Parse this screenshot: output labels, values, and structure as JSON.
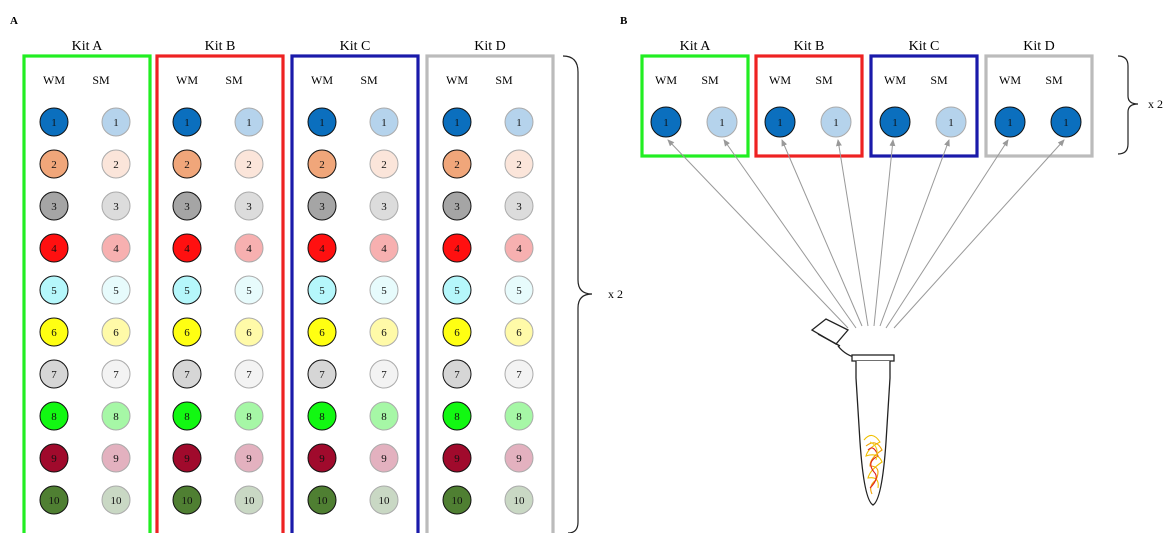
{
  "panel_a": {
    "label": "A",
    "kits": [
      {
        "name": "Kit A",
        "color": "#22ee22"
      },
      {
        "name": "Kit B",
        "color": "#ee2222"
      },
      {
        "name": "Kit C",
        "color": "#1a1aaa"
      },
      {
        "name": "Kit D",
        "color": "#bbbbbb"
      }
    ],
    "wm_label": "WM",
    "sm_label": "SM",
    "samples": [
      {
        "num": "1",
        "wm": "#0b6fbe",
        "sm": "#b5d3ec"
      },
      {
        "num": "2",
        "wm": "#f0a67a",
        "sm": "#fbe5da"
      },
      {
        "num": "3",
        "wm": "#a5a5a5",
        "sm": "#dcdcdc"
      },
      {
        "num": "4",
        "wm": "#ff1010",
        "sm": "#f7b0b0"
      },
      {
        "num": "5",
        "wm": "#b5f7fb",
        "sm": "#e7fbfc"
      },
      {
        "num": "6",
        "wm": "#ffff12",
        "sm": "#fffaa8"
      },
      {
        "num": "7",
        "wm": "#d6d6d6",
        "sm": "#f3f3f3"
      },
      {
        "num": "8",
        "wm": "#12f812",
        "sm": "#a6f7a6"
      },
      {
        "num": "9",
        "wm": "#a00a2c",
        "sm": "#e3b1bf"
      },
      {
        "num": "10",
        "wm": "#4f7f32",
        "sm": "#c9d8c4"
      }
    ],
    "multiplier": "x 2"
  },
  "panel_b": {
    "label": "B",
    "kits": [
      {
        "name": "Kit A",
        "color": "#22ee22",
        "wm": "#0b6fbe",
        "sm": "#b5d3ec"
      },
      {
        "name": "Kit B",
        "color": "#ee2222",
        "wm": "#0b6fbe",
        "sm": "#b5d3ec"
      },
      {
        "name": "Kit C",
        "color": "#1a1aaa",
        "wm": "#0b6fbe",
        "sm": "#b5d3ec"
      },
      {
        "name": "Kit D",
        "color": "#bbbbbb",
        "wm": "#0b6fbe",
        "sm": "#0b6fbe"
      }
    ],
    "wm_label": "WM",
    "sm_label": "SM",
    "sample_num": "1",
    "multiplier": "x 2"
  }
}
